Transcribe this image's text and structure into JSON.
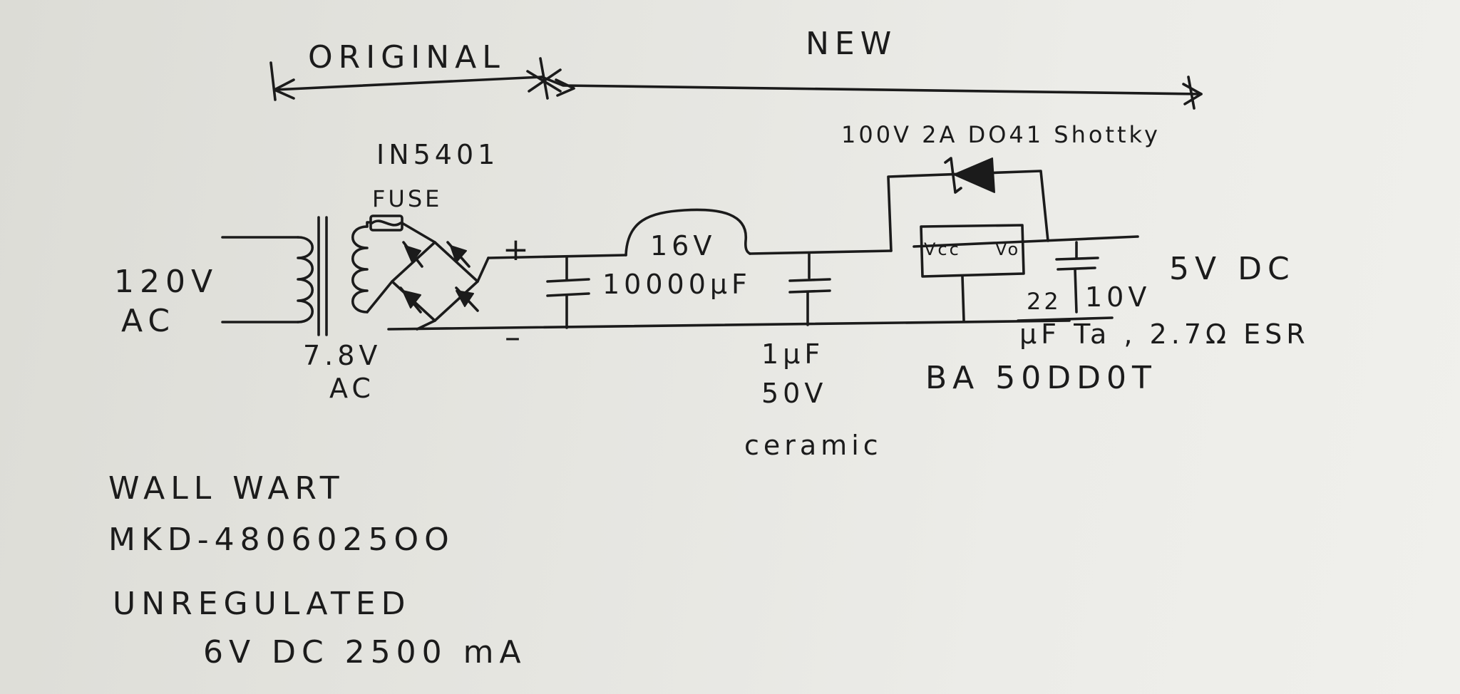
{
  "labels": {
    "original": "ORIGINAL",
    "new": "NEW",
    "rectifier": "IN5401",
    "fuse": "FUSE",
    "schottky": "100V 2A DO41 Shottky",
    "input_voltage": "120V",
    "input_type": "AC",
    "transformer_voltage": "7.8V",
    "transformer_type": "AC",
    "plus": "+",
    "minus": "–",
    "bulk_cap_voltage": "16V",
    "bulk_cap_value": "10000µF",
    "ceramic_value": "1µF",
    "ceramic_voltage": "50V",
    "ceramic_type": "ceramic",
    "regulator_pin_in": "Vcc",
    "regulator_pin_out": "Vo",
    "regulator_part": "BA 50DD0T",
    "output_cap_value": "22",
    "output_cap_voltage": "10V",
    "output_cap_type": "µF  Ta , 2.7Ω ESR",
    "output": "5V DC"
  },
  "notes": {
    "line1": "WALL WART",
    "line2": "MKD-4806025OO",
    "line3": "UNREGULATED",
    "line4": "6V DC  2500 mA"
  },
  "colors": {
    "ink": "#1b1b1b",
    "paper": "#e6e6e1"
  }
}
